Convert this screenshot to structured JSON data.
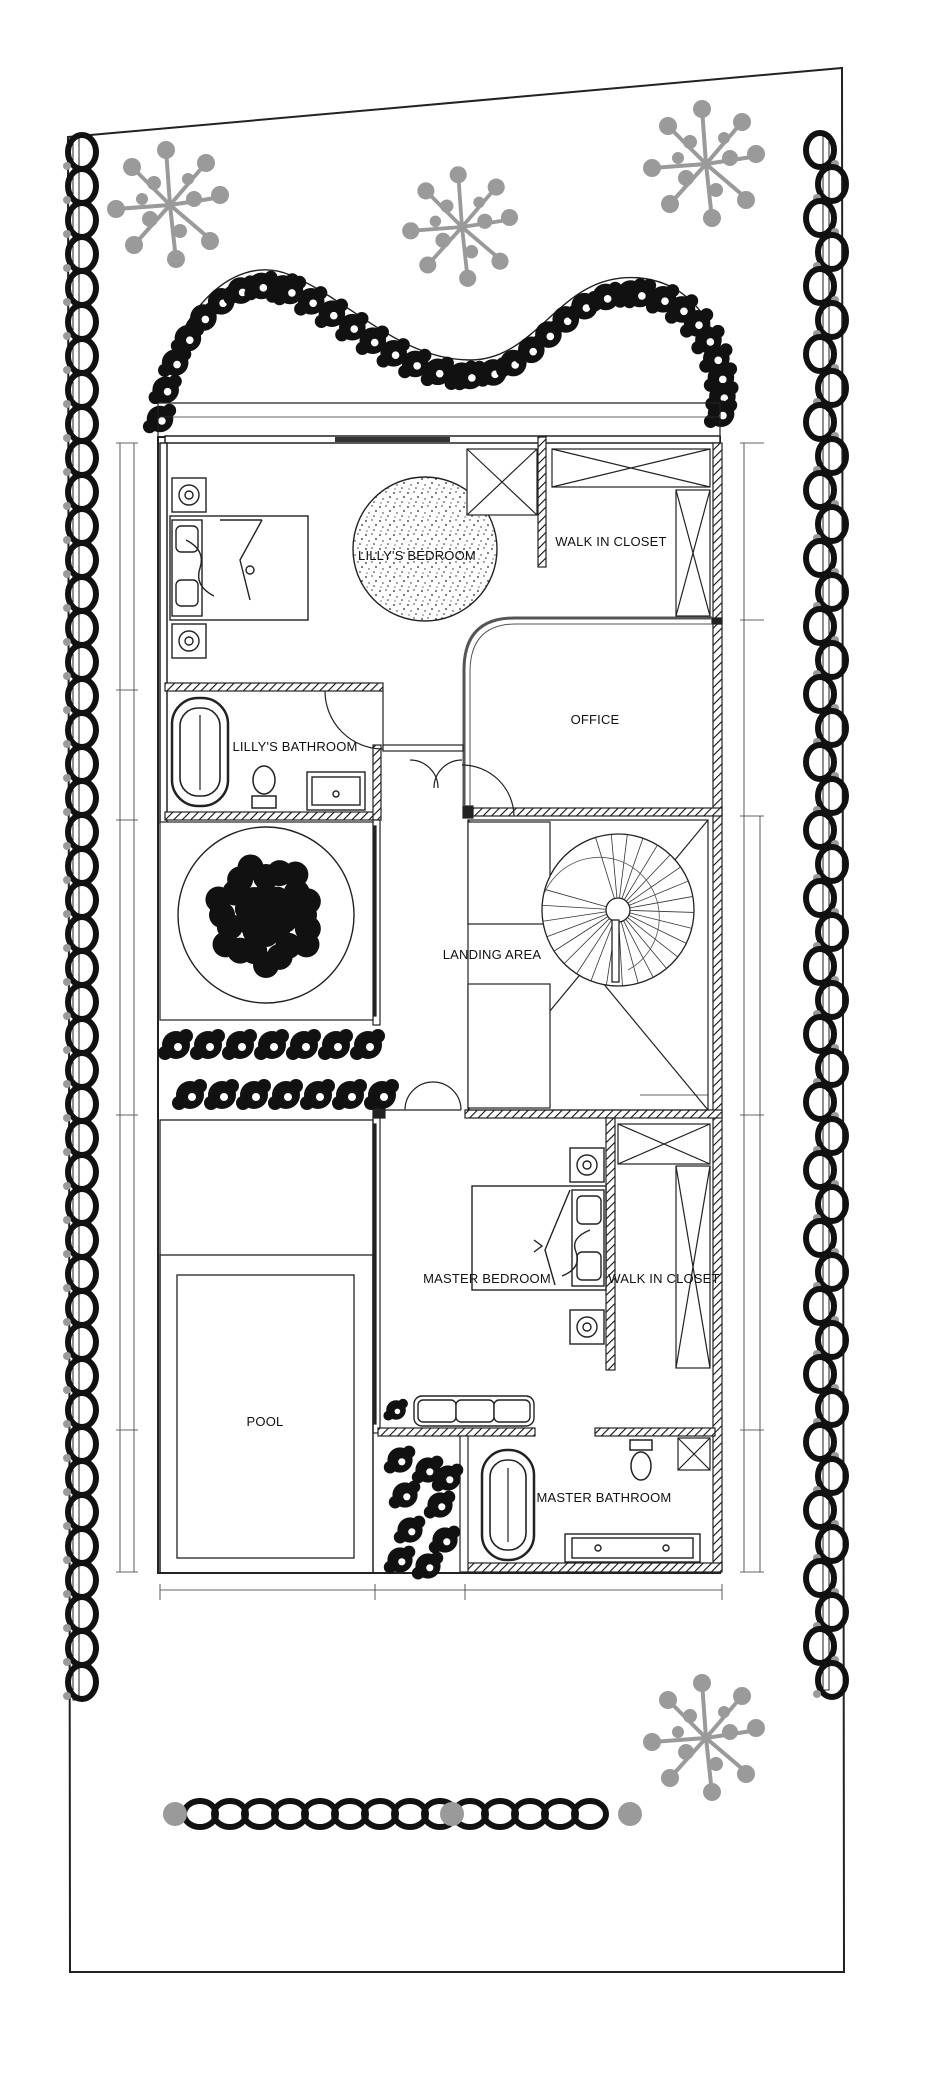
{
  "rooms": {
    "lilly_bedroom": "LILLY'S BEDROOM",
    "walk_in_closet_top": "WALK IN CLOSET",
    "lilly_bathroom": "LILLY'S BATHROOM",
    "office": "OFFICE",
    "landing_area": "LANDING AREA",
    "master_bedroom": "MASTER BEDROOM",
    "walk_in_closet_bottom": "WALK IN CLOSET",
    "pool": "POOL",
    "master_bathroom": "MASTER BATHROOM"
  },
  "colors": {
    "wall": "#1a1a1a",
    "hedge": "#111111",
    "tree": "#9a9a9a",
    "line": "#222222"
  }
}
